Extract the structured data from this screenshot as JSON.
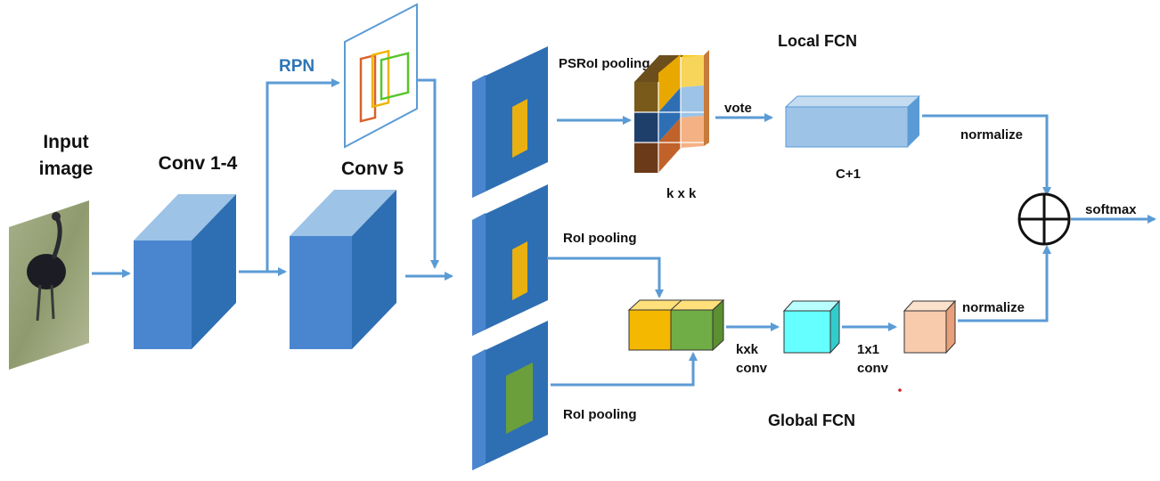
{
  "labels": {
    "input_image_line1": "Input",
    "input_image_line2": "image",
    "conv14": "Conv 1-4",
    "rpn": "RPN",
    "conv5": "Conv 5",
    "psroi_pooling": "PSRoI pooling",
    "kxk": "k x k",
    "vote": "vote",
    "local_fcn": "Local FCN",
    "c_plus_1": "C+1",
    "normalize_top": "normalize",
    "softmax": "softmax",
    "roi_pooling_top": "RoI pooling",
    "roi_pooling_bottom": "RoI pooling",
    "kxk_conv_line1": "kxk",
    "kxk_conv_line2": "conv",
    "onebyone_line1": "1x1",
    "onebyone_line2": "conv",
    "normalize_bottom": "normalize",
    "global_fcn": "Global FCN"
  },
  "colors": {
    "block_front": "#4a86cf",
    "block_top": "#9dc3e6",
    "block_side": "#2e6fb3",
    "arrow": "#5b9bd5",
    "roi_yellow": "#f5b800",
    "roi_green": "#70ad47",
    "cyan": "#66ffff",
    "peach": "#f8cbad",
    "light_blue": "#9dc3e6"
  }
}
